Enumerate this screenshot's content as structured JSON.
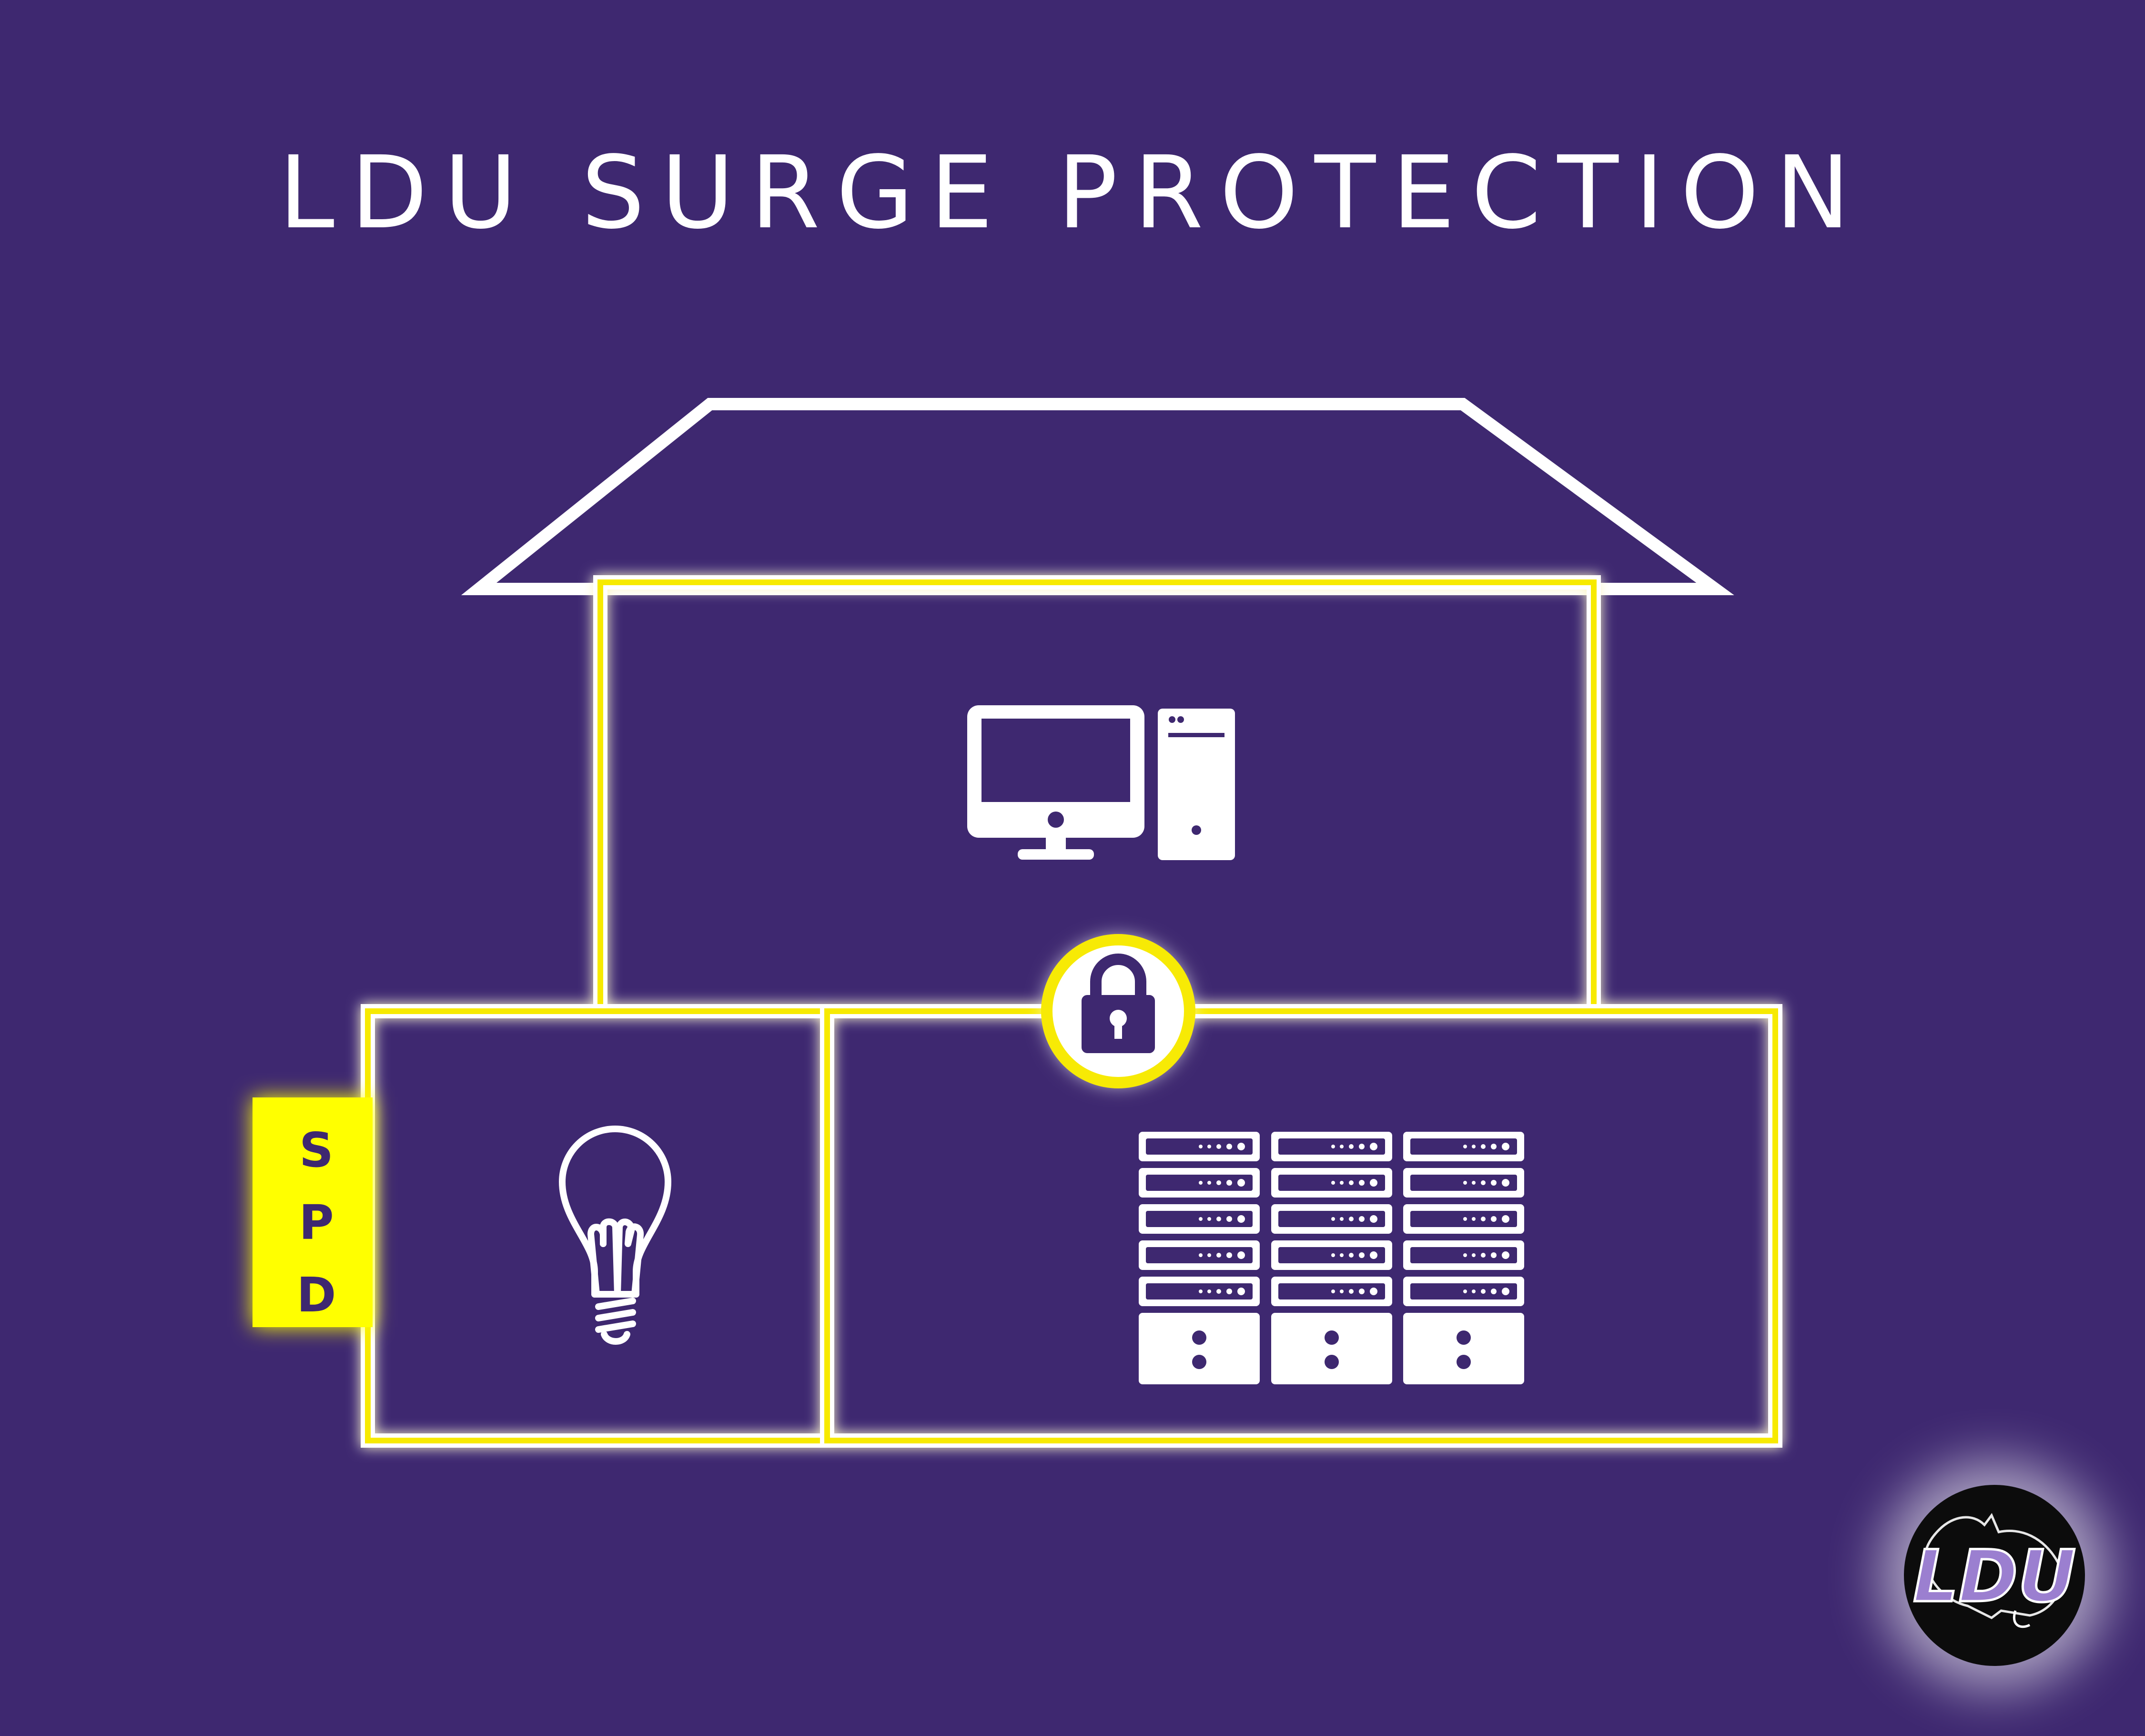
{
  "title": "LDU SURGE PROTECTION",
  "spd": {
    "letters": [
      "S",
      "P",
      "D"
    ]
  },
  "logo": {
    "text": "LDU"
  },
  "rooms": {
    "upper": {
      "icon": "desktop-computer-icon"
    },
    "lower_left": {
      "icon": "light-bulb-icon"
    },
    "lower_right": {
      "icon": "server-racks-icon"
    }
  },
  "lock": {
    "icon": "padlock-icon"
  },
  "colors": {
    "background": "#3e2870",
    "outline": "#ffffff",
    "protected_wire": "#f7ea05",
    "spd_box": "#ffff00",
    "lock_fill": "#3e2870",
    "logo_bg": "#0c0c0c",
    "logo_text": "#9b7fd0"
  }
}
